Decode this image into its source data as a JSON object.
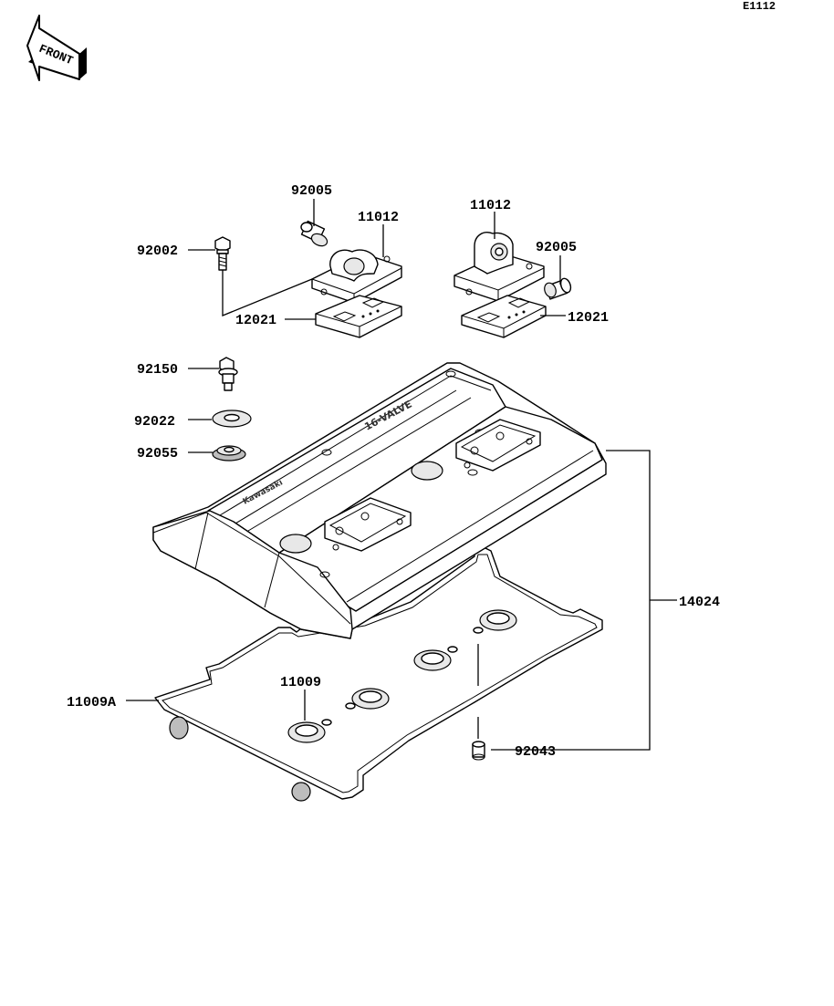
{
  "diagram_code": "E1112",
  "front_label": "FRONT",
  "cover_stamp_brand": "Kawasaki",
  "cover_stamp_model": "16-VALVE",
  "parts": {
    "p92005_left": "92005",
    "p11012_left": "11012",
    "p92002": "92002",
    "p12021_left": "12021",
    "p11012_right": "11012",
    "p92005_right": "92005",
    "p12021_right": "12021",
    "p92150": "92150",
    "p92022": "92022",
    "p92055": "92055",
    "p14024": "14024",
    "p11009": "11009",
    "p11009A": "11009A",
    "p92043": "92043"
  }
}
